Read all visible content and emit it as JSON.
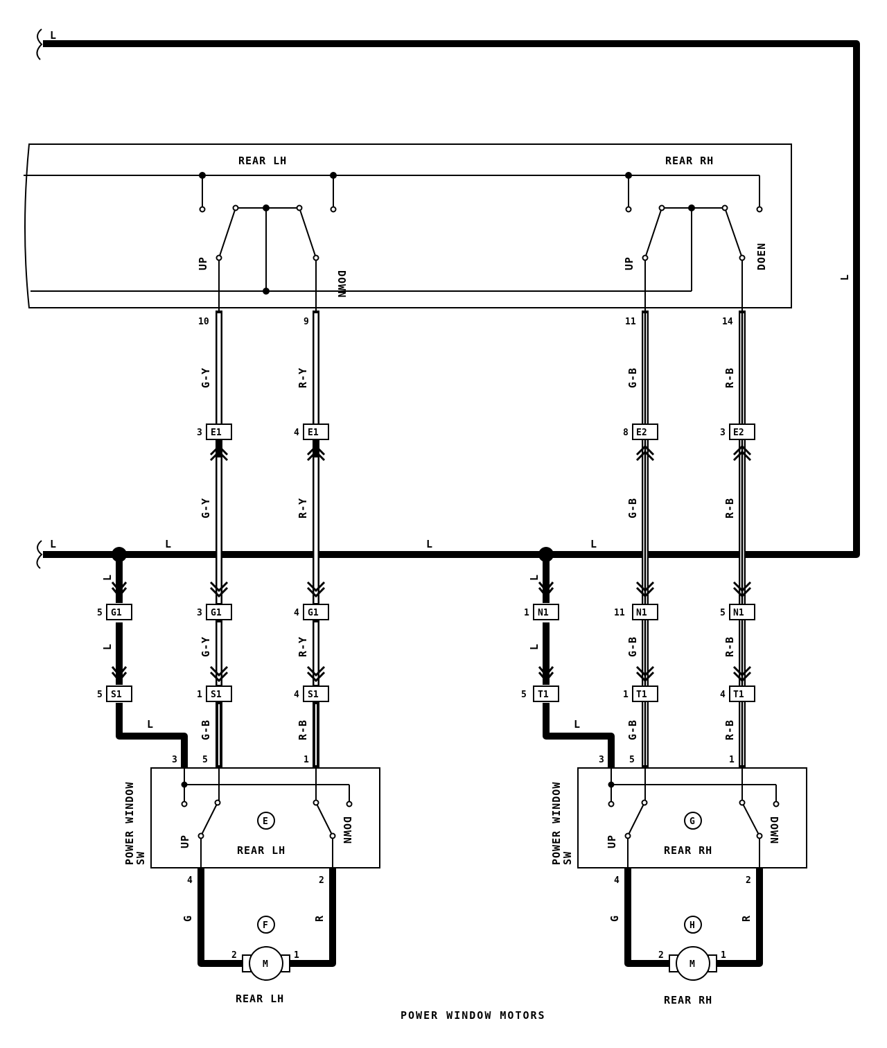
{
  "caption": "POWER WINDOW MOTORS",
  "main_switch": {
    "rear_lh_label": "REAR LH",
    "rear_rh_label": "REAR RH",
    "up": "UP",
    "down_lh": "DOWN",
    "down_rh": "DOEN",
    "pins": [
      "10",
      "9",
      "11",
      "14"
    ]
  },
  "wires": {
    "L": "L",
    "gy": "G-Y",
    "ry": "R-Y",
    "gb": "G-B",
    "rb": "R-B",
    "g": "G",
    "r": "R"
  },
  "connectors": {
    "e1_a": {
      "pin": "3",
      "code": "E1"
    },
    "e1_b": {
      "pin": "4",
      "code": "E1"
    },
    "e2_a": {
      "pin": "8",
      "code": "E2"
    },
    "e2_b": {
      "pin": "3",
      "code": "E2"
    },
    "g1_a": {
      "pin": "5",
      "code": "G1"
    },
    "g1_b": {
      "pin": "3",
      "code": "G1"
    },
    "g1_c": {
      "pin": "4",
      "code": "G1"
    },
    "n1_a": {
      "pin": "1",
      "code": "N1"
    },
    "n1_b": {
      "pin": "11",
      "code": "N1"
    },
    "n1_c": {
      "pin": "5",
      "code": "N1"
    },
    "s1_a": {
      "pin": "5",
      "code": "S1"
    },
    "s1_b": {
      "pin": "1",
      "code": "S1"
    },
    "s1_c": {
      "pin": "4",
      "code": "S1"
    },
    "t1_a": {
      "pin": "5",
      "code": "T1"
    },
    "t1_b": {
      "pin": "1",
      "code": "T1"
    },
    "t1_c": {
      "pin": "4",
      "code": "T1"
    }
  },
  "rear_lh_switch": {
    "vertical_label_1": "POWER WINDOW",
    "vertical_label_2": "SW",
    "marker": "E",
    "name": "REAR LH",
    "up": "UP",
    "down": "DOWN",
    "pin_in": "3",
    "pin_up": "5",
    "pin_down": "1",
    "pin_motor_g": "4",
    "pin_motor_r": "2"
  },
  "rear_rh_switch": {
    "vertical_label_1": "POWER WINDOW",
    "vertical_label_2": "SW",
    "marker": "G",
    "name": "REAR RH",
    "up": "UP",
    "down": "DOWN",
    "pin_in": "3",
    "pin_up": "5",
    "pin_down": "1",
    "pin_motor_g": "4",
    "pin_motor_r": "2"
  },
  "motor_lh": {
    "marker": "F",
    "symbol": "M",
    "pin_left": "2",
    "pin_right": "1",
    "name": "REAR LH"
  },
  "motor_rh": {
    "marker": "H",
    "symbol": "M",
    "pin_left": "2",
    "pin_right": "1",
    "name": "REAR RH"
  }
}
